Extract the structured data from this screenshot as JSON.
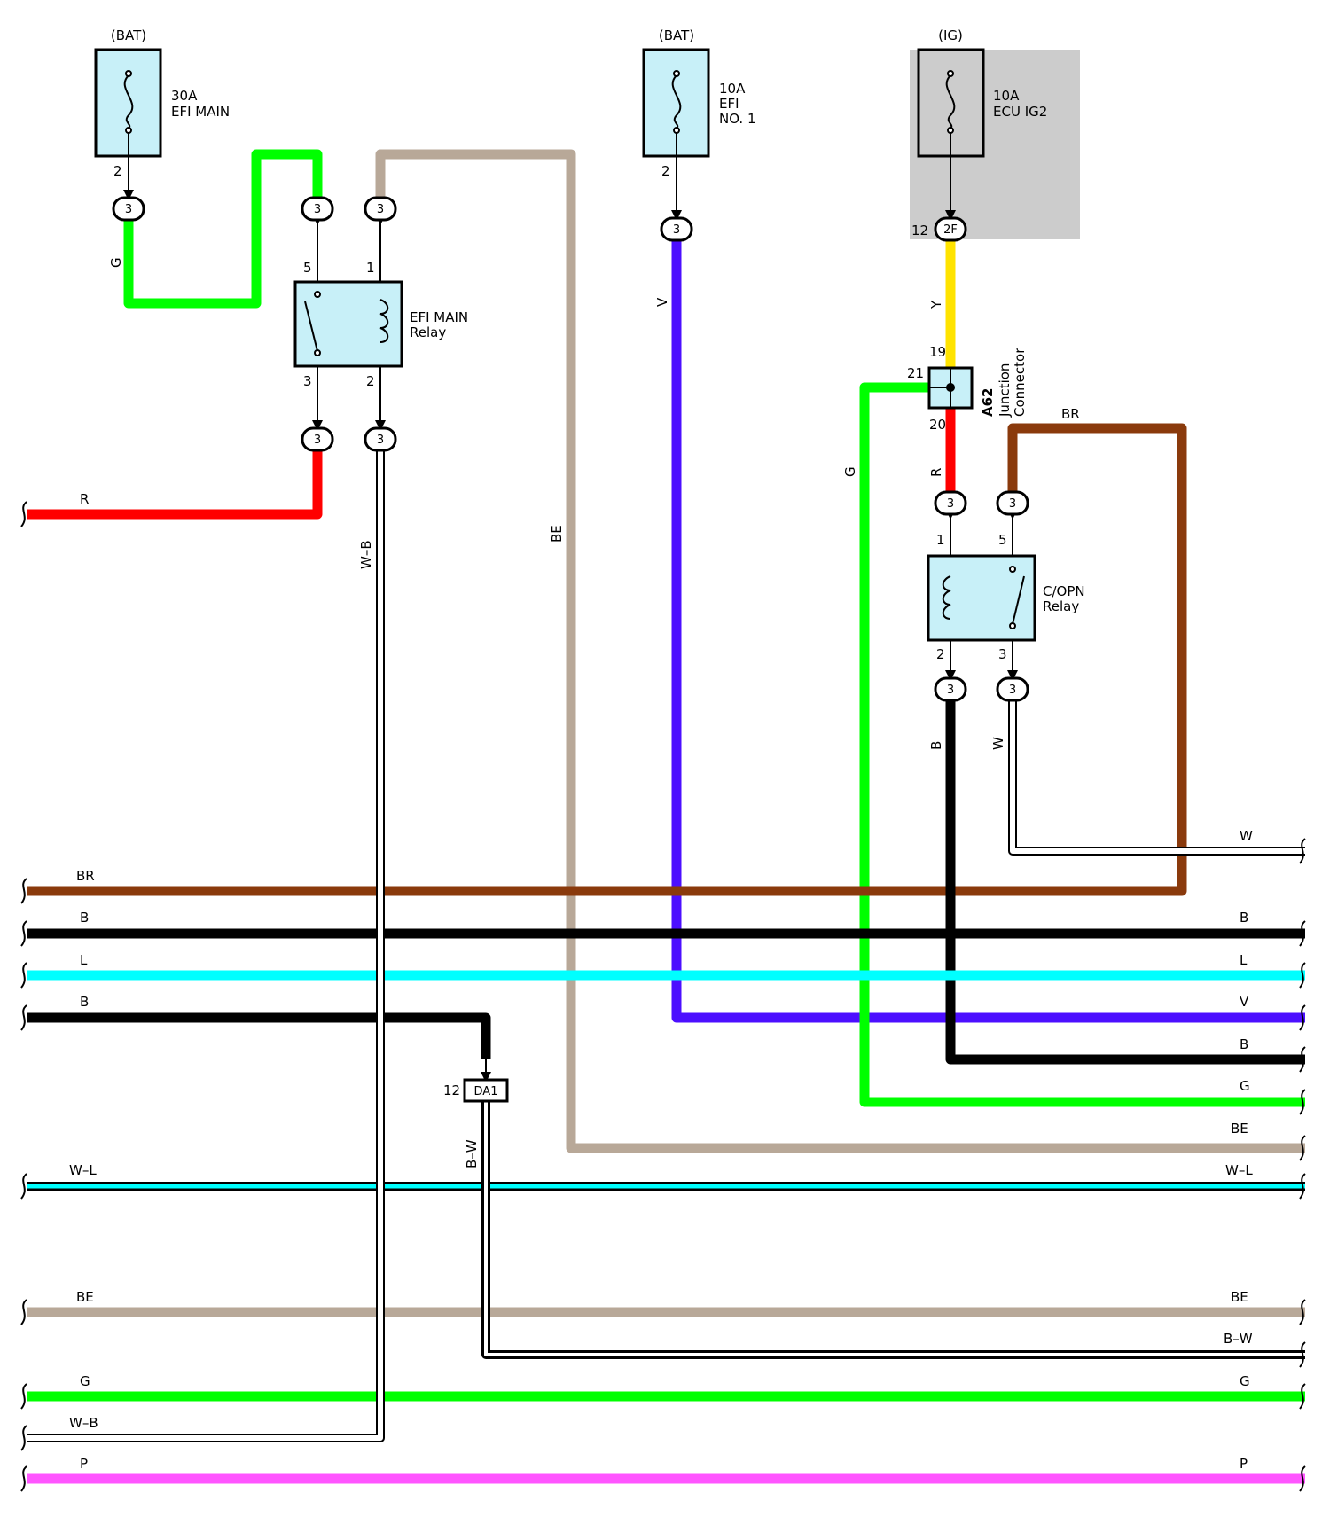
{
  "colors": {
    "G": "#00ff00",
    "BE": "#b8a898",
    "V": "#4c0fff",
    "Y": "#ffe300",
    "R": "#ff0000",
    "BR": "#8a3a0c",
    "B": "#000000",
    "L": "#00ffff",
    "P": "#ff55ff",
    "W": "#ffffff",
    "fuse_fill": "#c8f0f8",
    "ig_bg": "#cccccc"
  },
  "fuses": [
    {
      "source": "(BAT)",
      "rating": "30A",
      "name_lines": [
        "EFI MAIN"
      ],
      "pin": "2",
      "connector": "3"
    },
    {
      "source": "(BAT)",
      "rating": "10A",
      "name_lines": [
        "EFI",
        "NO. 1"
      ],
      "pin": "2",
      "connector": "3"
    },
    {
      "source": "(IG)",
      "rating": "10A",
      "name_lines": [
        "ECU IG2"
      ],
      "pin": "12",
      "connector": "2F"
    }
  ],
  "relays": [
    {
      "name_lines": [
        "EFI MAIN",
        "Relay"
      ],
      "pins": {
        "top_left": "5",
        "top_right": "1",
        "bottom_left": "3",
        "bottom_right": "2"
      },
      "connector": "3"
    },
    {
      "name_lines": [
        "C/OPN",
        "Relay"
      ],
      "pins": {
        "top_left": "1",
        "top_right": "5",
        "bottom_left": "2",
        "bottom_right": "3"
      },
      "connector": "3"
    }
  ],
  "junction": {
    "id": "A62",
    "name_lines": [
      "Junction",
      "Connector"
    ],
    "pins": {
      "top": "19",
      "left": "21",
      "bottom": "20"
    }
  },
  "da1": {
    "pin": "12",
    "label": "DA1"
  },
  "wire_labels": {
    "g_fuse": "G",
    "r_relay": "R",
    "wb_relay": "W–B",
    "be_relay": "BE",
    "v_fuse": "V",
    "y_ig": "Y",
    "g_junction": "G",
    "r_junction": "R",
    "br_relay": "BR",
    "b_copn": "B",
    "w_copn": "W",
    "bw_da1": "B–W"
  },
  "bus_wires": [
    {
      "left": "BR",
      "right": ""
    },
    {
      "left": "B",
      "right": "B"
    },
    {
      "left": "L",
      "right": "L"
    },
    {
      "left": "B",
      "right": "V"
    },
    {
      "left": "",
      "right": "B"
    },
    {
      "left": "",
      "right": "G"
    },
    {
      "left": "",
      "right": "BE"
    },
    {
      "left": "W–L",
      "right": "W–L"
    },
    {
      "left": "BE",
      "right": "BE"
    },
    {
      "left": "",
      "right": "B–W"
    },
    {
      "left": "G",
      "right": "G"
    },
    {
      "left": "W–B",
      "right": ""
    },
    {
      "left": "P",
      "right": "P"
    }
  ]
}
